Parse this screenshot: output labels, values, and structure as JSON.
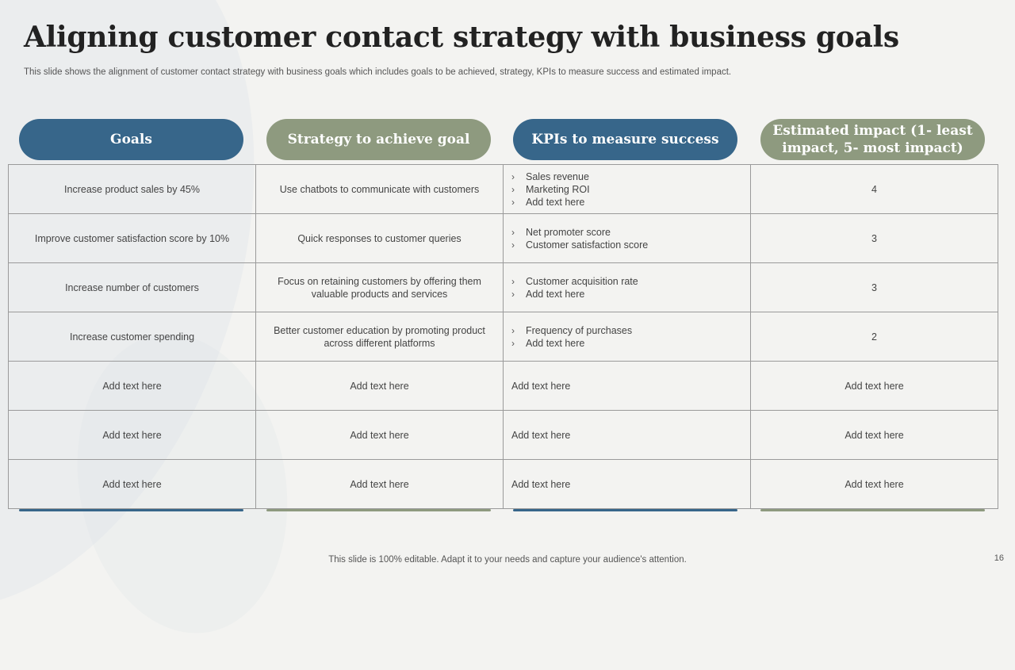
{
  "slide": {
    "title": "Aligning customer contact strategy with business goals",
    "subtitle": "This slide shows the alignment of customer contact strategy with business goals which includes goals to be achieved, strategy, KPIs to measure success and estimated impact.",
    "footer": "This slide is 100% editable. Adapt it to your needs and capture your audience's attention.",
    "page_number": "16"
  },
  "colors": {
    "blue": "#37668a",
    "green": "#8e9a7f",
    "background": "#f3f3f1"
  },
  "headers": [
    {
      "label": "Goals",
      "color": "blue"
    },
    {
      "label": "Strategy to achieve goal",
      "color": "green"
    },
    {
      "label": "KPIs to measure success",
      "color": "blue"
    },
    {
      "label": "Estimated impact (1- least impact, 5- most impact)",
      "color": "green"
    }
  ],
  "icons": {
    "bullet": "chevron-right-icon"
  },
  "rows": [
    {
      "goal": "Increase product sales by 45%",
      "strategy": "Use chatbots to communicate with customers",
      "kpis": [
        "Sales revenue",
        "Marketing ROI",
        "Add text here"
      ],
      "impact": "4"
    },
    {
      "goal": "Improve  customer satisfaction score by 10%",
      "strategy": "Quick responses to customer queries",
      "kpis": [
        "Net promoter score",
        "Customer satisfaction score"
      ],
      "impact": "3"
    },
    {
      "goal": "Increase number of customers",
      "strategy": "Focus on retaining customers by offering them valuable products and services",
      "kpis": [
        "Customer acquisition rate",
        "Add text here"
      ],
      "impact": "3"
    },
    {
      "goal": "Increase customer spending",
      "strategy": "Better customer education by promoting product across different platforms",
      "kpis": [
        "Frequency of purchases",
        "Add text here"
      ],
      "impact": "2"
    },
    {
      "goal": "Add text here",
      "strategy": "Add text here",
      "kpis": "Add text here",
      "impact": "Add text here"
    },
    {
      "goal": "Add text here",
      "strategy": "Add text here",
      "kpis": "Add text here",
      "impact": "Add text here"
    },
    {
      "goal": "Add text here",
      "strategy": "Add text here",
      "kpis": "Add text here",
      "impact": "Add text here"
    }
  ]
}
